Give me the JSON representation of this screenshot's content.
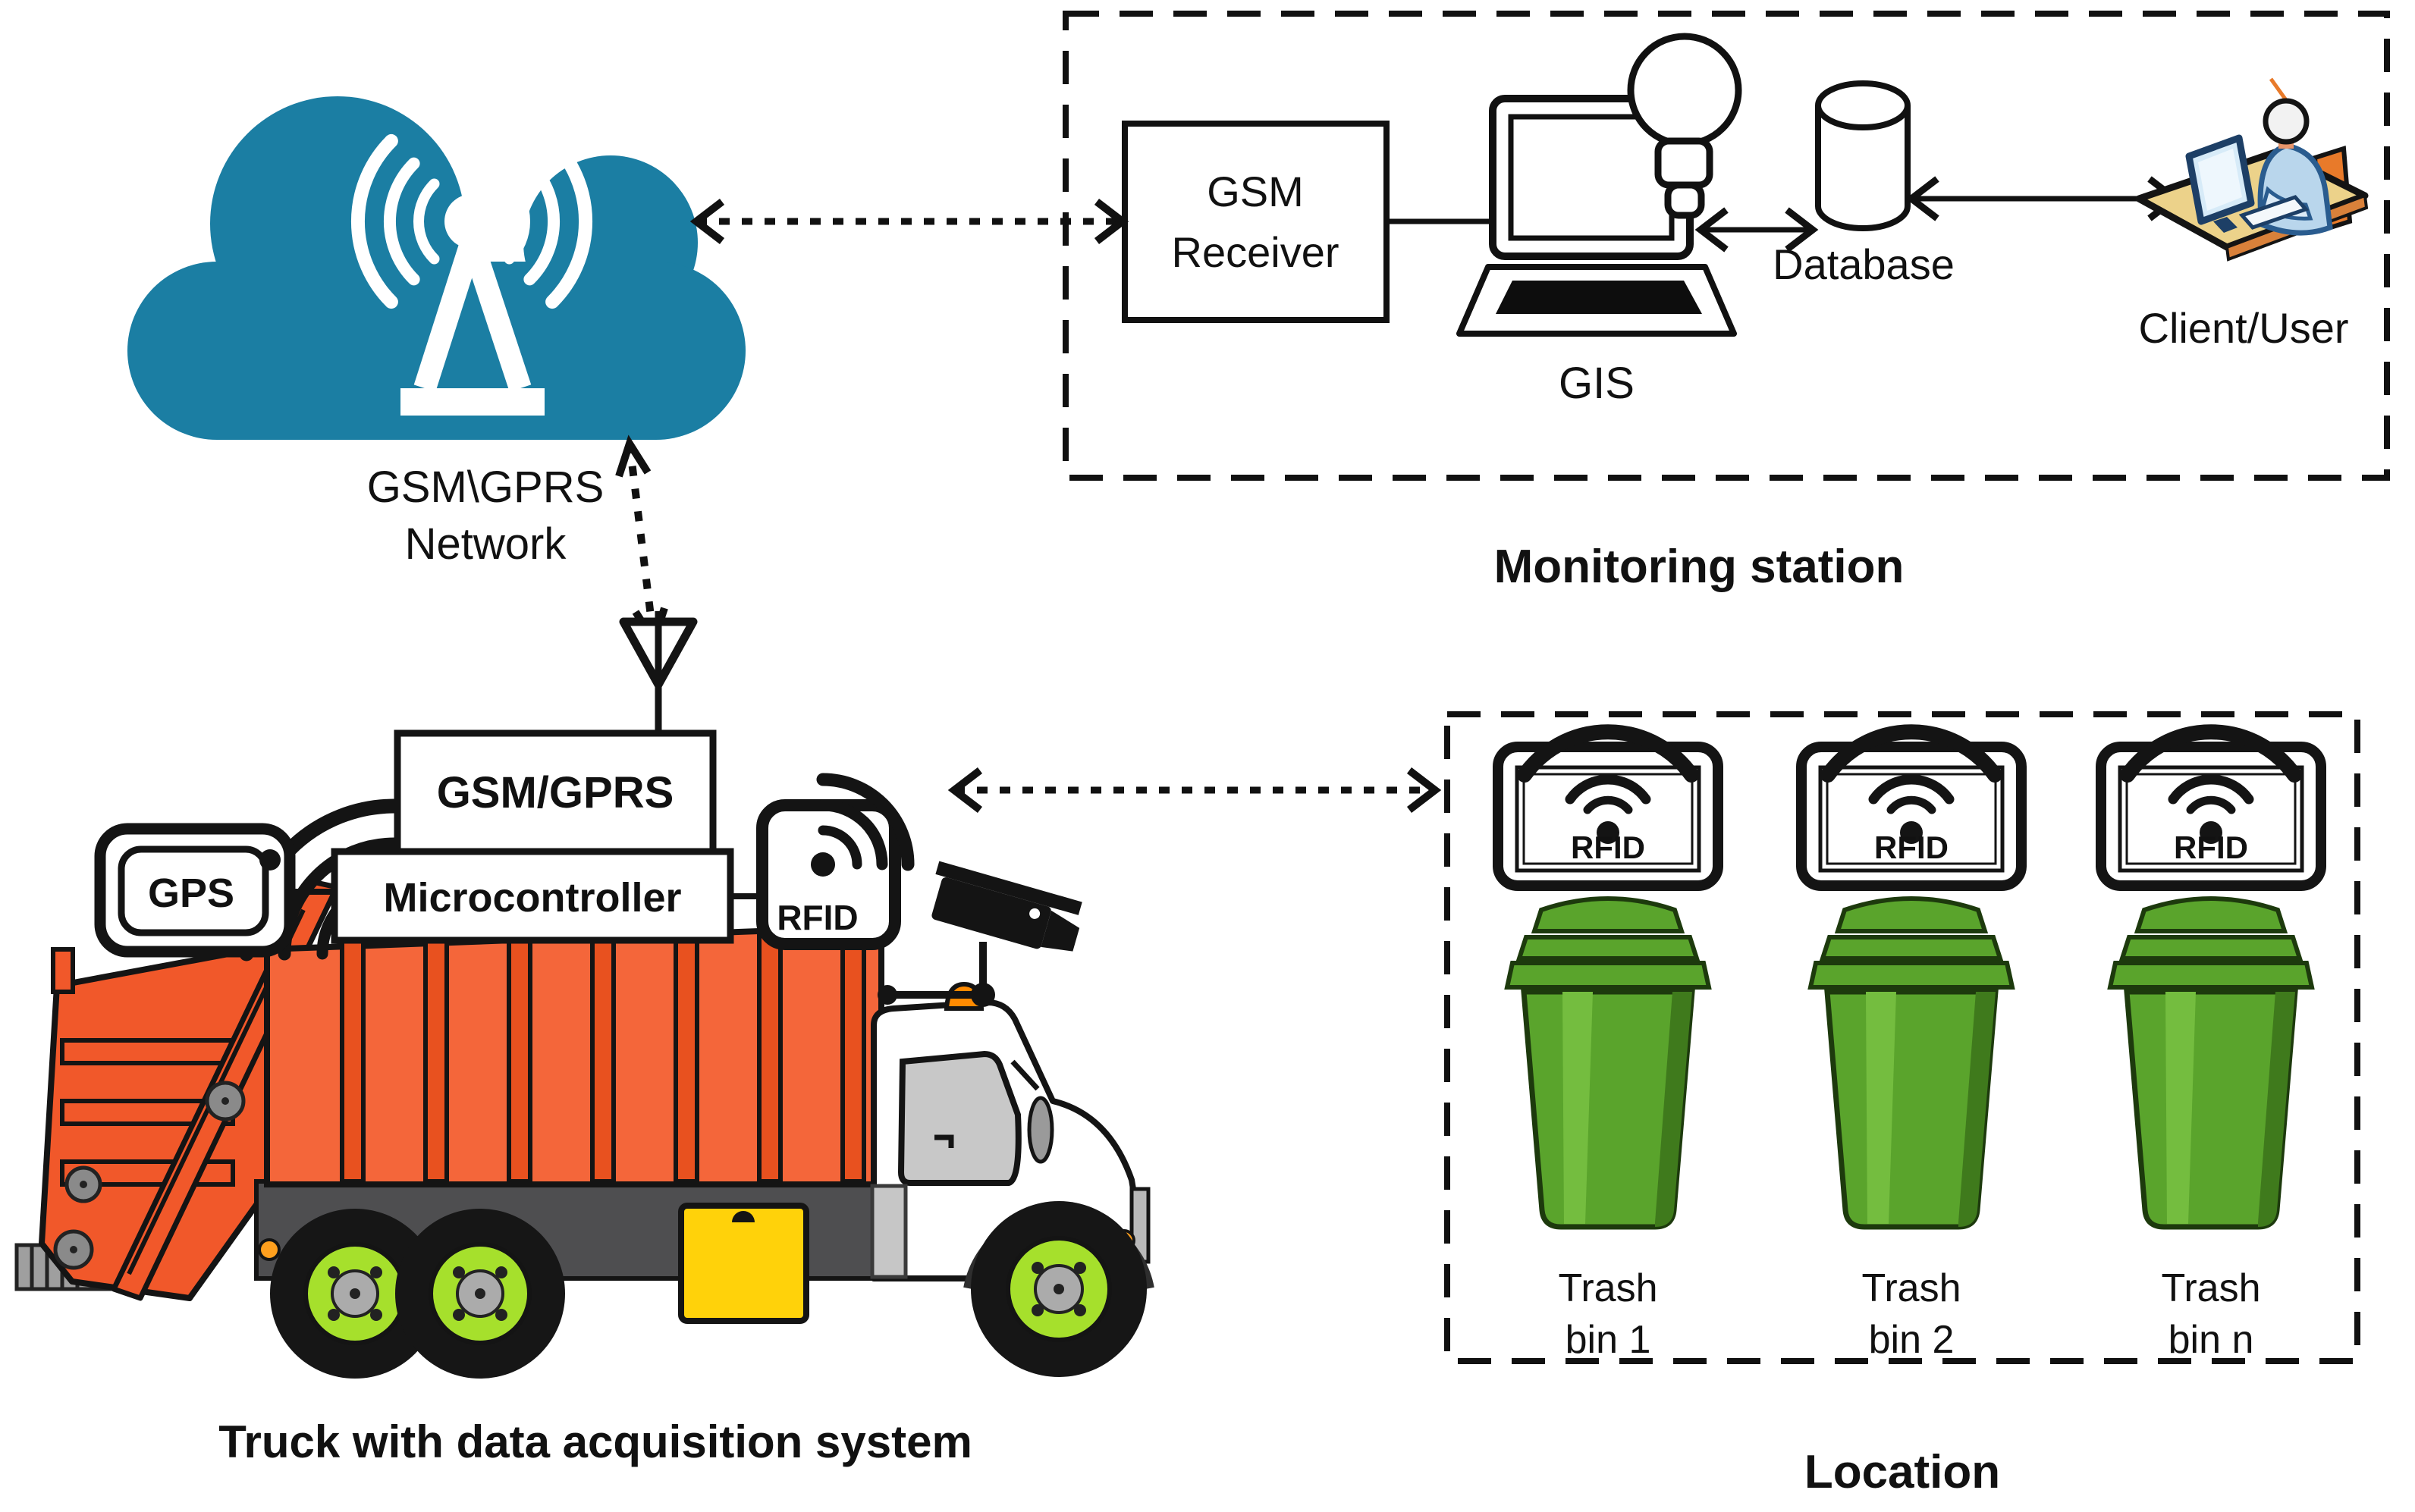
{
  "cloud": {
    "label_line1": "GSM\\GPRS",
    "label_line2": "Network"
  },
  "monitoring_station": {
    "title": "Monitoring station",
    "gsm_receiver_line1": "GSM",
    "gsm_receiver_line2": "Receiver",
    "gis_label": "GIS",
    "database_label": "Database",
    "client_label": "Client/User"
  },
  "truck_system": {
    "gps_label": "GPS",
    "gsm_gprs_label": "GSM/GPRS",
    "microcontroller_label": "Microcontroller",
    "rfid_label": "RFID",
    "caption": "Truck with data acquisition system"
  },
  "location": {
    "title": "Location",
    "bins": [
      {
        "rfid_label": "RFID",
        "label_line1": "Trash",
        "label_line2": "bin 1"
      },
      {
        "rfid_label": "RFID",
        "label_line1": "Trash",
        "label_line2": "bin 2"
      },
      {
        "rfid_label": "RFID",
        "label_line1": "Trash",
        "label_line2": "bin n"
      }
    ]
  },
  "colors": {
    "cloud_teal": "#1b7ea3",
    "truck_orange": "#f1582a",
    "bin_green": "#5aa42c",
    "wheel_green": "#a6e02c",
    "toolbox_yellow": "#ffd20a"
  }
}
